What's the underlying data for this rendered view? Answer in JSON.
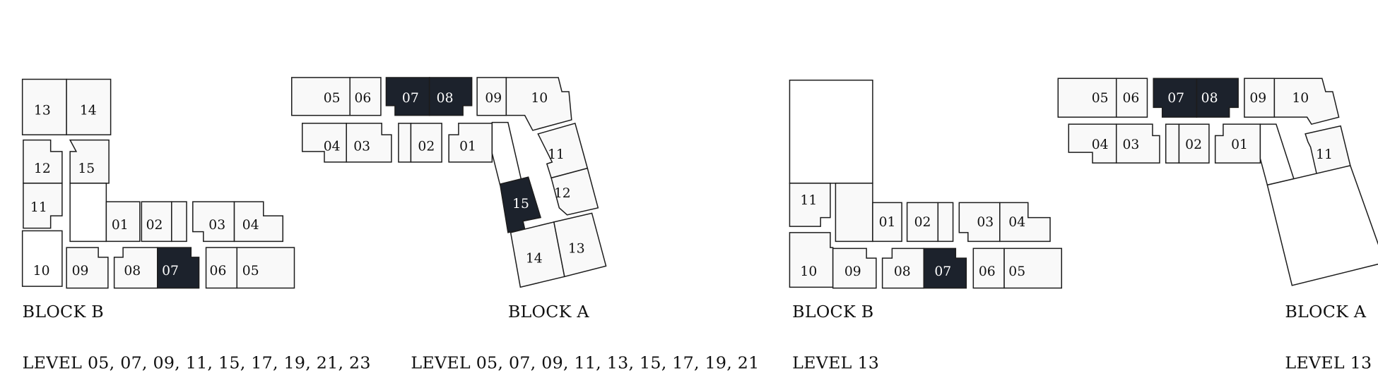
{
  "accent_color": "#1c222c",
  "plans": [
    {
      "id": "plan-1",
      "block": "BLOCK B",
      "level": "LEVEL 05, 07, 09, 11, 15, 17, 19, 21, 23",
      "units": [
        "13",
        "14",
        "12",
        "15",
        "11",
        "01",
        "02",
        "03",
        "04",
        "10",
        "09",
        "08",
        "07",
        "06",
        "05"
      ],
      "selected": [
        "07"
      ]
    },
    {
      "id": "plan-2",
      "block": "BLOCK A",
      "level": "LEVEL 05, 07, 09, 11, 13, 15, 17, 19, 21",
      "units": [
        "05",
        "06",
        "07",
        "08",
        "09",
        "10",
        "04",
        "03",
        "02",
        "01",
        "11",
        "15",
        "12",
        "14",
        "13"
      ],
      "selected": [
        "07",
        "08",
        "15"
      ]
    },
    {
      "id": "plan-3",
      "block": "BLOCK B",
      "level": "LEVEL 13",
      "units": [
        "11",
        "01",
        "02",
        "03",
        "04",
        "10",
        "09",
        "08",
        "07",
        "06",
        "05"
      ],
      "selected": [
        "07"
      ]
    },
    {
      "id": "plan-4",
      "block": "BLOCK A",
      "level": "LEVEL 13",
      "units": [
        "05",
        "06",
        "07",
        "08",
        "09",
        "10",
        "04",
        "03",
        "02",
        "01",
        "11"
      ],
      "selected": [
        "07",
        "08"
      ]
    }
  ]
}
